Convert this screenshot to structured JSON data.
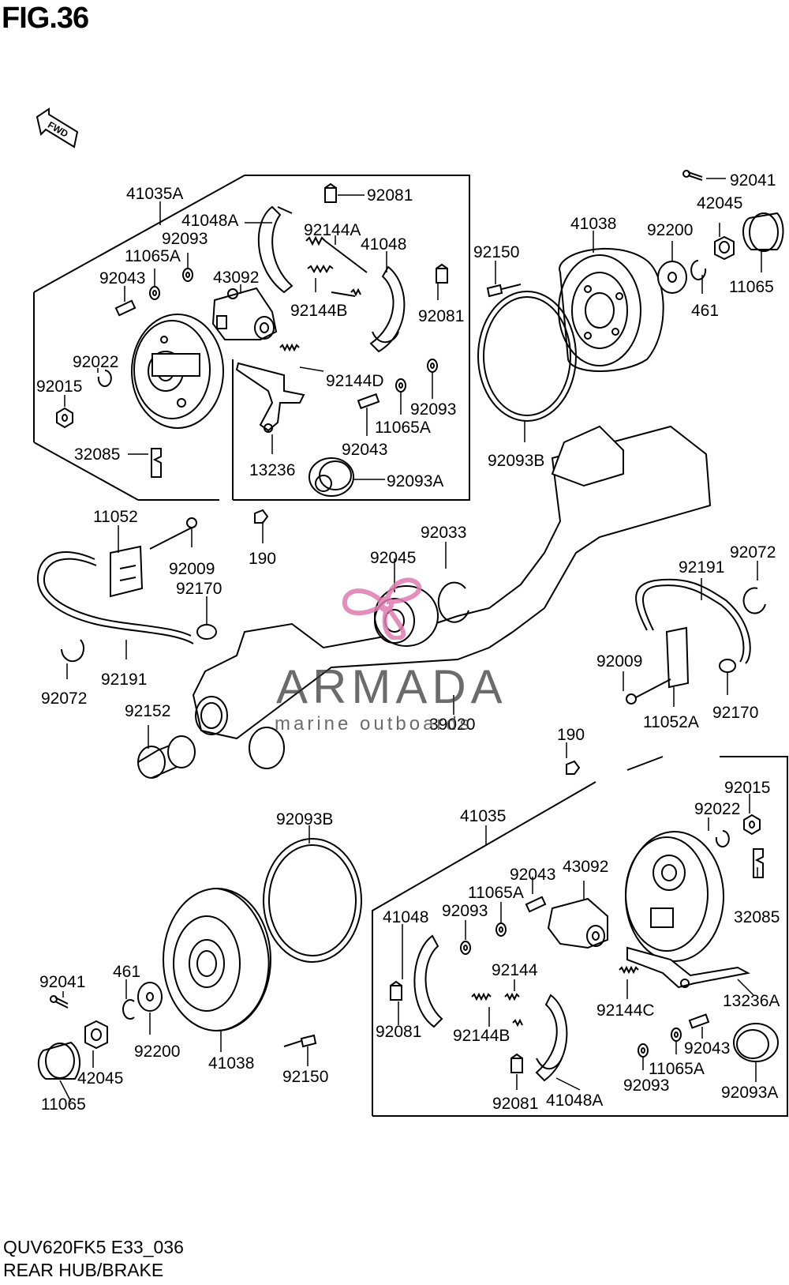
{
  "figure": {
    "title": "FIG.36",
    "model_code": "QUV620FK5 E33_036",
    "caption": "REAR HUB/BRAKE",
    "fwd_label": "FWD"
  },
  "watermark": {
    "brand": "ARMADA",
    "tagline": "marine outboards",
    "logo_color": "#e07bb0"
  },
  "colors": {
    "ink": "#000000",
    "background": "#ffffff"
  },
  "labels": [
    "41035A",
    "92081",
    "41048A",
    "92144A",
    "92093",
    "41048",
    "11065A",
    "92043",
    "43092",
    "92144B",
    "92081",
    "92022",
    "92015",
    "92144D",
    "92093",
    "11065A",
    "92043",
    "32085",
    "13236",
    "92093A",
    "92041",
    "42045",
    "41038",
    "92200",
    "92150",
    "11065",
    "461",
    "92093B",
    "11052",
    "92009",
    "190",
    "92170",
    "92045",
    "92033",
    "92072",
    "92191",
    "92191",
    "92072",
    "92009",
    "11052A",
    "92170",
    "92152",
    "39020",
    "190",
    "92015",
    "92022",
    "92093B",
    "41035",
    "43092",
    "92043",
    "11065A",
    "92093",
    "41048",
    "32085",
    "92144",
    "92081",
    "92144B",
    "92144C",
    "13236A",
    "92043",
    "11065A",
    "92093",
    "92081",
    "41048A",
    "92093A",
    "92041",
    "461",
    "92200",
    "41038",
    "92150",
    "42045",
    "11065"
  ]
}
